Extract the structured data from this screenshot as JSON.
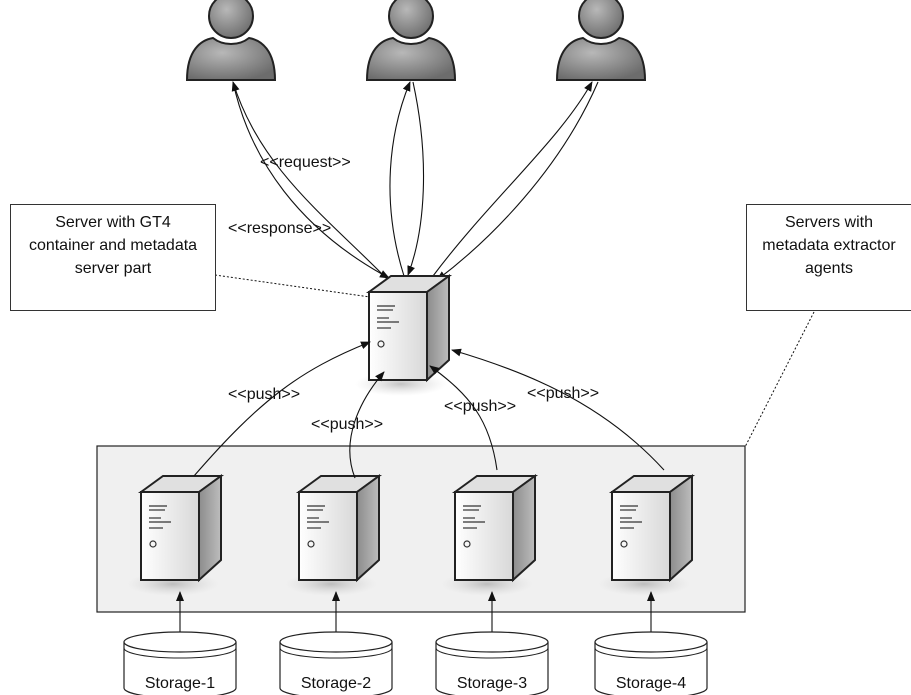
{
  "notes": {
    "left": {
      "lines": [
        "Server with GT4",
        "container and metadata",
        "server part"
      ]
    },
    "right": {
      "lines": [
        "Servers with",
        "metadata extractor",
        "agents"
      ]
    }
  },
  "labels": {
    "request": "<<request>>",
    "response": "<<response>>",
    "push1": "<<push>>",
    "push2": "<<push>>",
    "push3": "<<push>>",
    "push4": "<<push>>"
  },
  "storages": [
    "Storage-1",
    "Storage-2",
    "Storage-3",
    "Storage-4"
  ],
  "icons": {
    "user": "user-icon",
    "server": "server-icon",
    "storage": "database-icon"
  },
  "colors": {
    "user_fill": "#8a8a8a",
    "panel_fill": "#f0f0f0",
    "server_front": "#f4f4f4",
    "server_side": "#9a9a9a"
  }
}
